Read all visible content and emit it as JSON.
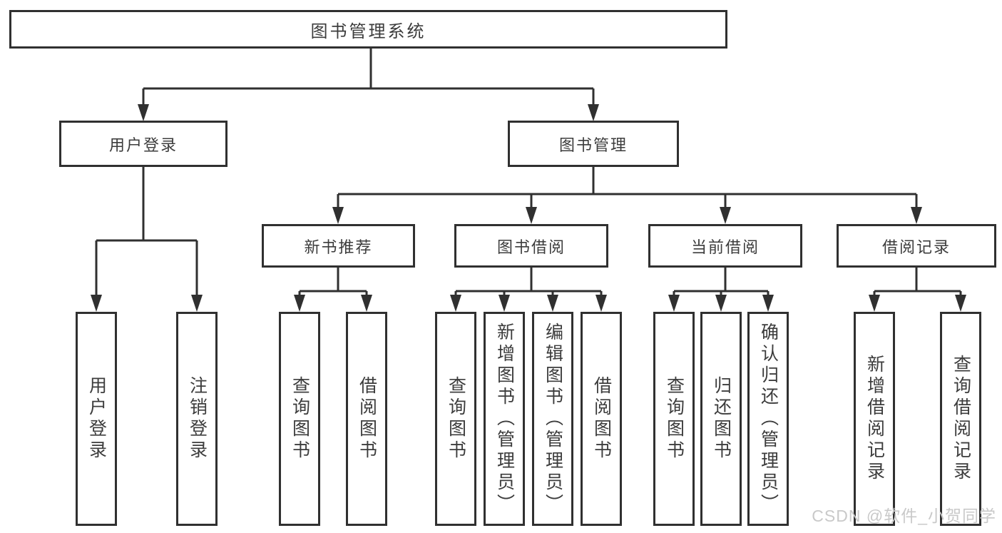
{
  "org_chart": {
    "root": "图书管理系统",
    "branches": [
      {
        "label": "用户登录",
        "leaves": [
          "用户登录",
          "注销登录"
        ]
      },
      {
        "label": "图书管理",
        "groups": [
          {
            "label": "新书推荐",
            "leaves": [
              "查询图书",
              "借阅图书"
            ]
          },
          {
            "label": "图书借阅",
            "leaves": [
              "查询图书",
              "新增图书（管理员）",
              "编辑图书（管理员）",
              "借阅图书"
            ]
          },
          {
            "label": "当前借阅",
            "leaves": [
              "查询图书",
              "归还图书",
              "确认归还（管理员）"
            ]
          },
          {
            "label": "借阅记录",
            "leaves": [
              "新增借阅记录",
              "查询借阅记录"
            ]
          }
        ]
      }
    ]
  },
  "watermark": "CSDN @软件_小贺同学",
  "colors": {
    "line": "#303030",
    "text": "#3c3c3c",
    "background": "#ffffff",
    "watermark": "#c9c9c9"
  }
}
